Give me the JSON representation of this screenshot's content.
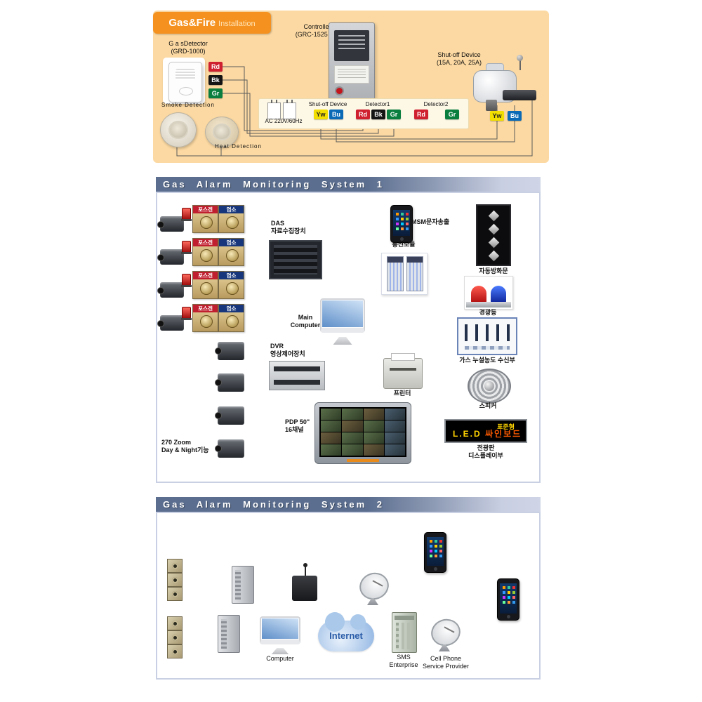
{
  "colors": {
    "panel_orange": "#fcd9a2",
    "badge_orange": "#f5921f",
    "header_blue": "#5b6e8f",
    "header_fade": "#c9cfe2",
    "panel_border": "#c9d0e4",
    "wire_red": "#cf2030",
    "wire_black": "#141414",
    "wire_green": "#0a7e3e",
    "wire_yellow": "#f2de00",
    "wire_blue": "#0a6ab6"
  },
  "installation": {
    "badge_main": "Gas&Fire",
    "badge_sub": "Installation",
    "gas_detector_label": "G a sDetector\n(GRD-1000)",
    "controller_label": "Controller\n(GRC-1525 2P)",
    "shutoff_label": "Shut-off Device\n(15A, 20A, 25A)",
    "smoke_label": "Smoke Detection",
    "heat_label": "Heat Detection",
    "ac_label": "AC 220V/60Hz",
    "detector_wires": [
      "Rd",
      "Bk",
      "Gr"
    ],
    "terminal_groups": [
      {
        "label": "Shut-off Device",
        "terminals": [
          "Yw",
          "Bu"
        ]
      },
      {
        "label": "Detector1",
        "terminals": [
          "Rd",
          "Bk",
          "Gr"
        ]
      },
      {
        "label": "Detector2",
        "terminals": [
          "Rd",
          "Gr"
        ]
      }
    ],
    "valve_wires": [
      "Yw",
      "Bu"
    ]
  },
  "system1": {
    "header": "Gas Alarm Monitoring System 1",
    "detector_pairs": [
      {
        "left": "포스겐",
        "right": "염소"
      },
      {
        "left": "포스겐",
        "right": "염소"
      },
      {
        "left": "포스겐",
        "right": "염소"
      },
      {
        "left": "포스겐",
        "right": "염소"
      }
    ],
    "labels": {
      "das": "DAS\n자료수집장치",
      "comm": "통신모듈",
      "msm": "MSM문자송출",
      "fire_door": "자동방화문",
      "main_computer": "Main\nComputer",
      "beacon": "경광등",
      "dvr": "DVR\n영상제어장치",
      "gas_receiver": "가스 누설농도 수신부",
      "printer": "프린터",
      "speaker": "스피커",
      "pdp": "PDP 50\"\n16채널",
      "led_board": "전광판\n디스플레이부",
      "zoom": "270 Zoom\nDay & Night기능"
    },
    "led_sign": {
      "line1": "표준형",
      "line2_led": "L.E.D",
      "line2_board": "싸인보드"
    }
  },
  "system2": {
    "header": "Gas Alarm Monitoring System 2",
    "labels": {
      "computer": "Computer",
      "internet": "Internet",
      "sms": "SMS\nEnterprise",
      "cell_provider": "Cell Phone\nService Provider"
    }
  }
}
